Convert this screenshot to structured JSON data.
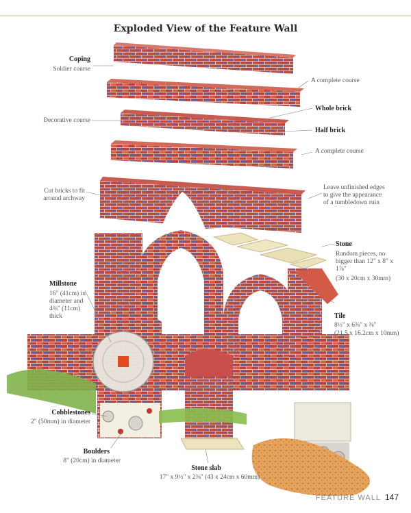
{
  "page": {
    "title": "Exploded View of the Feature Wall",
    "footer_section": "FEATURE WALL",
    "footer_page": "147"
  },
  "labels": {
    "coping": "Coping",
    "soldier_course": "Soldier course",
    "complete_course_1": "A complete course",
    "decorative_course": "Decorative course",
    "whole_brick": "Whole brick",
    "half_brick": "Half brick",
    "complete_course_2": "A complete course",
    "cut_bricks": "Cut bricks to fit around archway",
    "leave_unfinished": "Leave unfinished edges to give the appearance of a tumbledown ruin",
    "stone": "Stone",
    "stone_desc": "Random pieces, no bigger than 12\" x 8\" x 1⅞\"",
    "stone_metric": "(30 x 20cm x 30mm)",
    "millstone": "Millstone",
    "millstone_desc": "16\" (41cm) in diameter and 4⅜\" (11cm) thick",
    "tile": "Tile",
    "tile_desc": "8½\" x 6⅜\" x ⅜\"",
    "tile_metric": "(21.5 x 16.2cm x 10mm)",
    "cobblestones": "Cobblestones",
    "cobblestones_desc": "2\" (50mm) in diameter",
    "boulders": "Boulders",
    "boulders_desc": "8\" (20cm) in diameter",
    "stone_slab": "Stone slab",
    "stone_slab_desc": "17\" x 9½\" x 2⅜\" (43 x 24cm x 60mm)"
  },
  "colors": {
    "brick_red": "#c04a3a",
    "brick_purple": "#7b5a8c",
    "mortar": "#e9dcc0",
    "grass": "#7fb34a",
    "soil": "#d98a3c",
    "stone": "#ece3bd"
  }
}
